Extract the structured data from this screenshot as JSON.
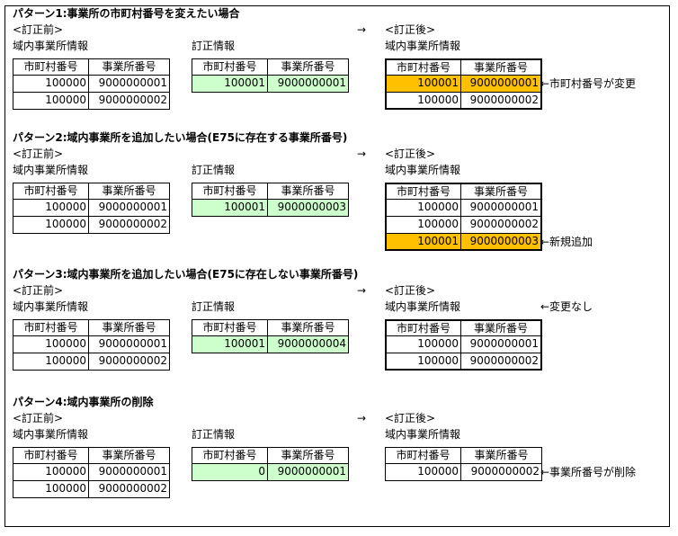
{
  "col_headers": [
    "市町村番号",
    "事業所番号"
  ],
  "label_before": "<訂正前>",
  "label_after": "<訂正後>",
  "arrow": "→",
  "label_domain_info": "域内事業所情報",
  "label_correction_info": "訂正情報",
  "patterns": [
    {
      "title": "パターン1:事業所の市町村番号を変えたい場合",
      "before": [
        [
          "100000",
          "9000000001"
        ],
        [
          "100000",
          "9000000002"
        ]
      ],
      "correction": [
        [
          "100001",
          "9000000001"
        ]
      ],
      "after": [
        [
          "100001",
          "9000000001"
        ],
        [
          "100000",
          "9000000002"
        ]
      ],
      "notes": [
        "←市町村番号が変更"
      ]
    },
    {
      "title": "パターン2:域内事業所を追加したい場合(E75に存在する事業所番号)",
      "before": [
        [
          "100000",
          "9000000001"
        ],
        [
          "100000",
          "9000000002"
        ]
      ],
      "correction": [
        [
          "100001",
          "9000000003"
        ]
      ],
      "after": [
        [
          "100000",
          "9000000001"
        ],
        [
          "100000",
          "9000000002"
        ],
        [
          "100001",
          "9000000003"
        ]
      ],
      "notes": [
        "←新規追加"
      ]
    },
    {
      "title": "パターン3:域内事業所を追加したい場合(E75に存在しない事業所番号)",
      "before": [
        [
          "100000",
          "9000000001"
        ],
        [
          "100000",
          "9000000002"
        ]
      ],
      "correction": [
        [
          "100001",
          "9000000004"
        ]
      ],
      "after": [
        [
          "100000",
          "9000000001"
        ],
        [
          "100000",
          "9000000002"
        ]
      ],
      "notes": [
        "←変更なし"
      ]
    },
    {
      "title": "パターン4:域内事業所の削除",
      "before": [
        [
          "100000",
          "9000000001"
        ],
        [
          "100000",
          "9000000002"
        ]
      ],
      "correction": [
        [
          "0",
          "9000000001"
        ]
      ],
      "after": [
        [
          "100000",
          "9000000002"
        ]
      ],
      "notes": [
        "←事業所番号が削除"
      ]
    }
  ],
  "colors": {
    "correction_fill": "#ccffcc",
    "changed_fill": "#ffc000"
  }
}
